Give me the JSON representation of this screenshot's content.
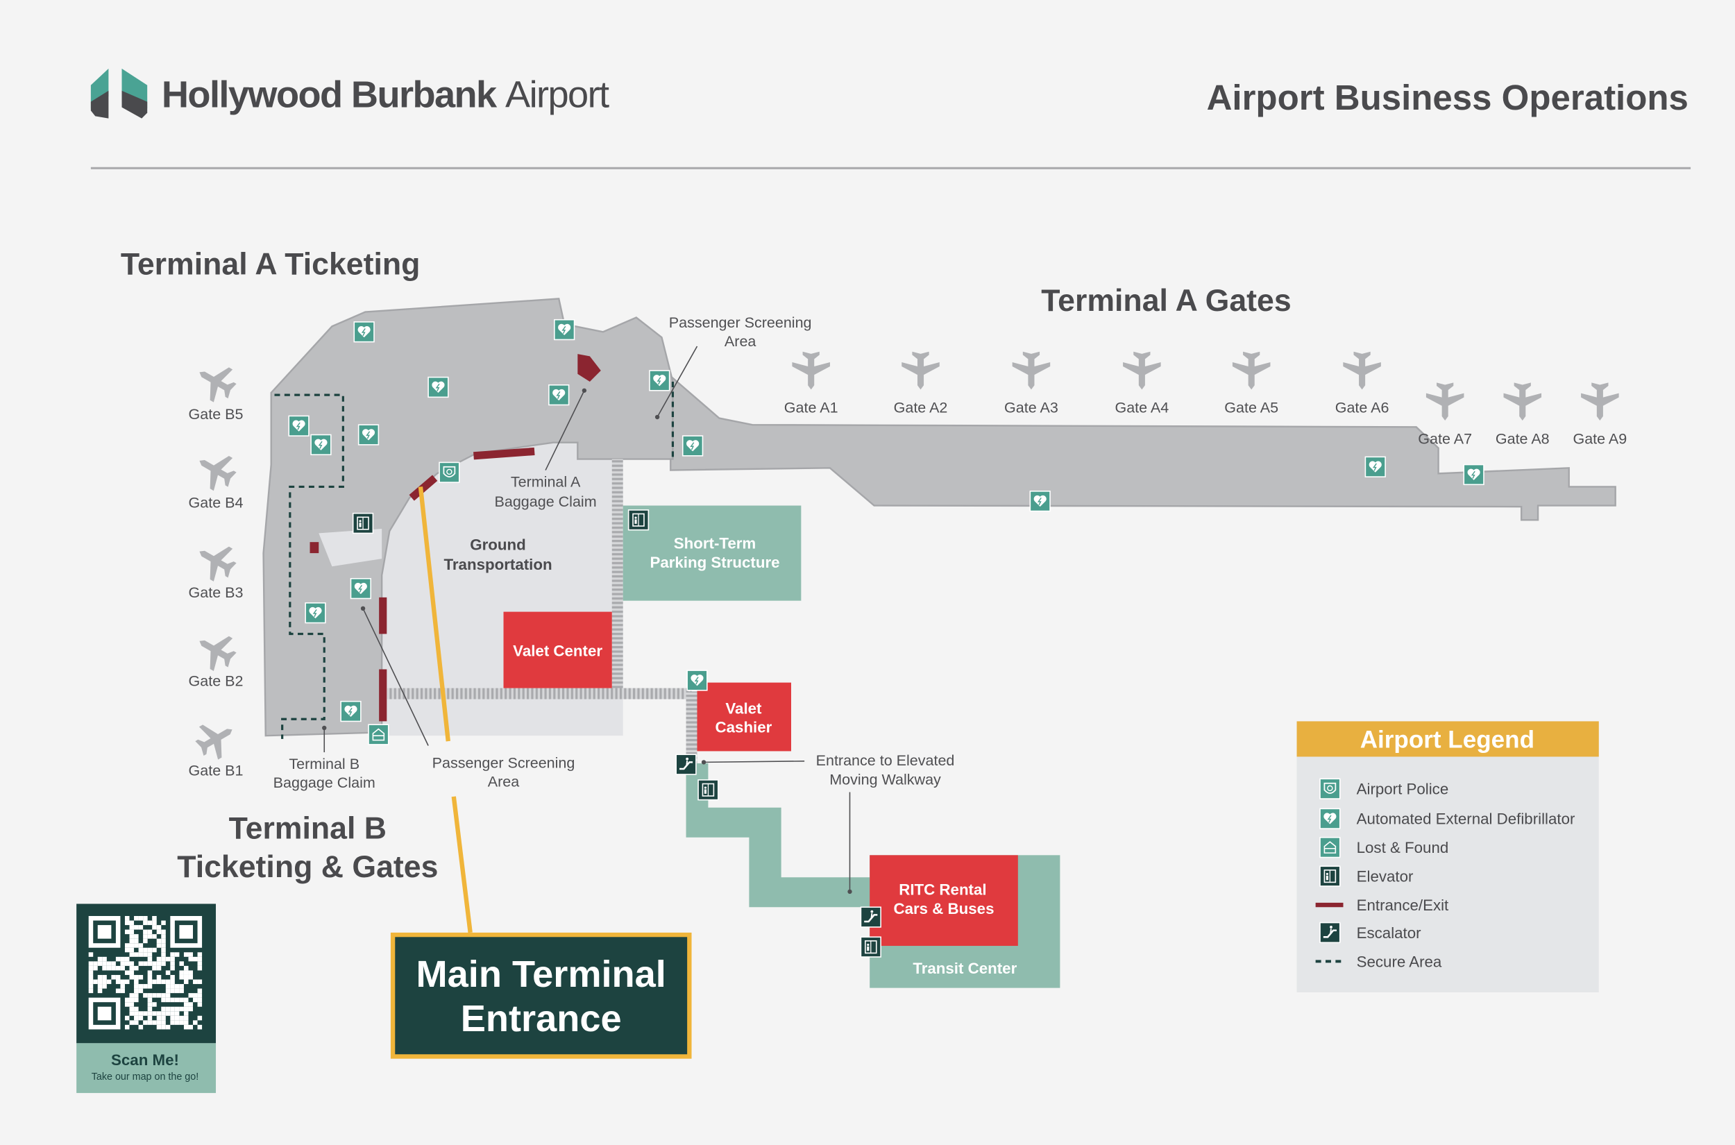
{
  "header": {
    "logo_bold": "Hollywood Burbank",
    "logo_light": "Airport",
    "title": "Airport Business Operations"
  },
  "areas": {
    "terminal_a_ticketing": "Terminal A Ticketing",
    "terminal_a_gates": "Terminal A Gates",
    "terminal_b_line1": "Terminal B",
    "terminal_b_line2": "Ticketing & Gates",
    "ground_line1": "Ground",
    "ground_line2": "Transportation",
    "parking_line1": "Short-Term",
    "parking_line2": "Parking Structure",
    "valet_center": "Valet Center",
    "valet_cashier_line1": "Valet",
    "valet_cashier_line2": "Cashier",
    "ritc_line1": "RITC Rental",
    "ritc_line2": "Cars & Buses",
    "transit_center": "Transit Center",
    "main_entrance_line1": "Main Terminal",
    "main_entrance_line2": "Entrance"
  },
  "callouts": {
    "screening_a_line1": "Passenger Screening",
    "screening_a_line2": "Area",
    "baggage_a_line1": "Terminal A",
    "baggage_a_line2": "Baggage Claim",
    "baggage_b_line1": "Terminal B",
    "baggage_b_line2": "Baggage Claim",
    "screening_b_line1": "Passenger Screening",
    "screening_b_line2": "Area",
    "walkway_line1": "Entrance to Elevated",
    "walkway_line2": "Moving Walkway"
  },
  "gates_a": [
    "Gate A1",
    "Gate A2",
    "Gate A3",
    "Gate A4",
    "Gate A5",
    "Gate A6",
    "Gate A7",
    "Gate A8",
    "Gate A9"
  ],
  "gates_b": [
    "Gate B5",
    "Gate B4",
    "Gate B3",
    "Gate B2",
    "Gate B1"
  ],
  "qr": {
    "title": "Scan Me!",
    "subtitle": "Take our map on the go!"
  },
  "legend": {
    "title": "Airport Legend",
    "items": [
      {
        "label": "Airport Police",
        "icon": "police-icon"
      },
      {
        "label": "Automated External Defibrillator",
        "icon": "aed-icon"
      },
      {
        "label": "Lost & Found",
        "icon": "lost-found-icon"
      },
      {
        "label": "Elevator",
        "icon": "elevator-icon"
      },
      {
        "label": "Entrance/Exit",
        "icon": "entrance-exit-line"
      },
      {
        "label": "Escalator",
        "icon": "escalator-icon"
      },
      {
        "label": "Secure Area",
        "icon": "secure-area-dashed-line"
      }
    ]
  },
  "colors": {
    "background": "#f4f4f4",
    "building": "#bdbec0",
    "ground_area": "#e2e3e6",
    "teal_light": "#8fbcae",
    "teal_icon": "#4a9e8e",
    "dark_green": "#1d4340",
    "red": "#e03a3e",
    "entrance_red": "#8b2530",
    "accent_yellow": "#f0b53a",
    "legend_header": "#e8b040"
  }
}
